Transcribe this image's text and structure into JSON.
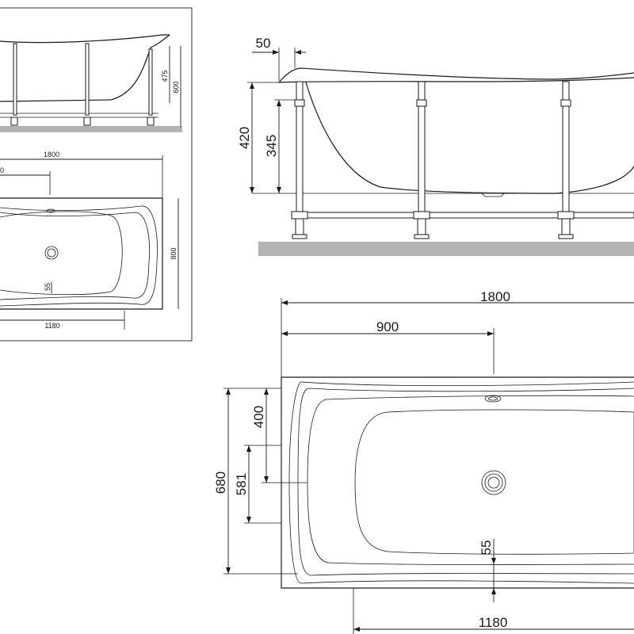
{
  "thumbnail": {
    "side_view": {
      "dim_height_inner": "475",
      "dim_height_total": "600"
    },
    "top_view": {
      "dim_length": "1800",
      "dim_half_length_partial": "0",
      "dim_width": "800",
      "dim_drain": "55",
      "dim_inner_length": "1180"
    }
  },
  "side_view": {
    "dim_lip": "50",
    "dim_depth": "420",
    "dim_inner_depth": "345"
  },
  "top_view": {
    "dim_length": "1800",
    "dim_half_length": "900",
    "dim_width": "680",
    "dim_to_center": "400",
    "dim_inner_width": "581",
    "dim_drain": "55",
    "dim_inner_length": "1180"
  },
  "colors": {
    "line": "#1a1a1a",
    "floor": "#b3b3b3",
    "frame": "#333333"
  }
}
